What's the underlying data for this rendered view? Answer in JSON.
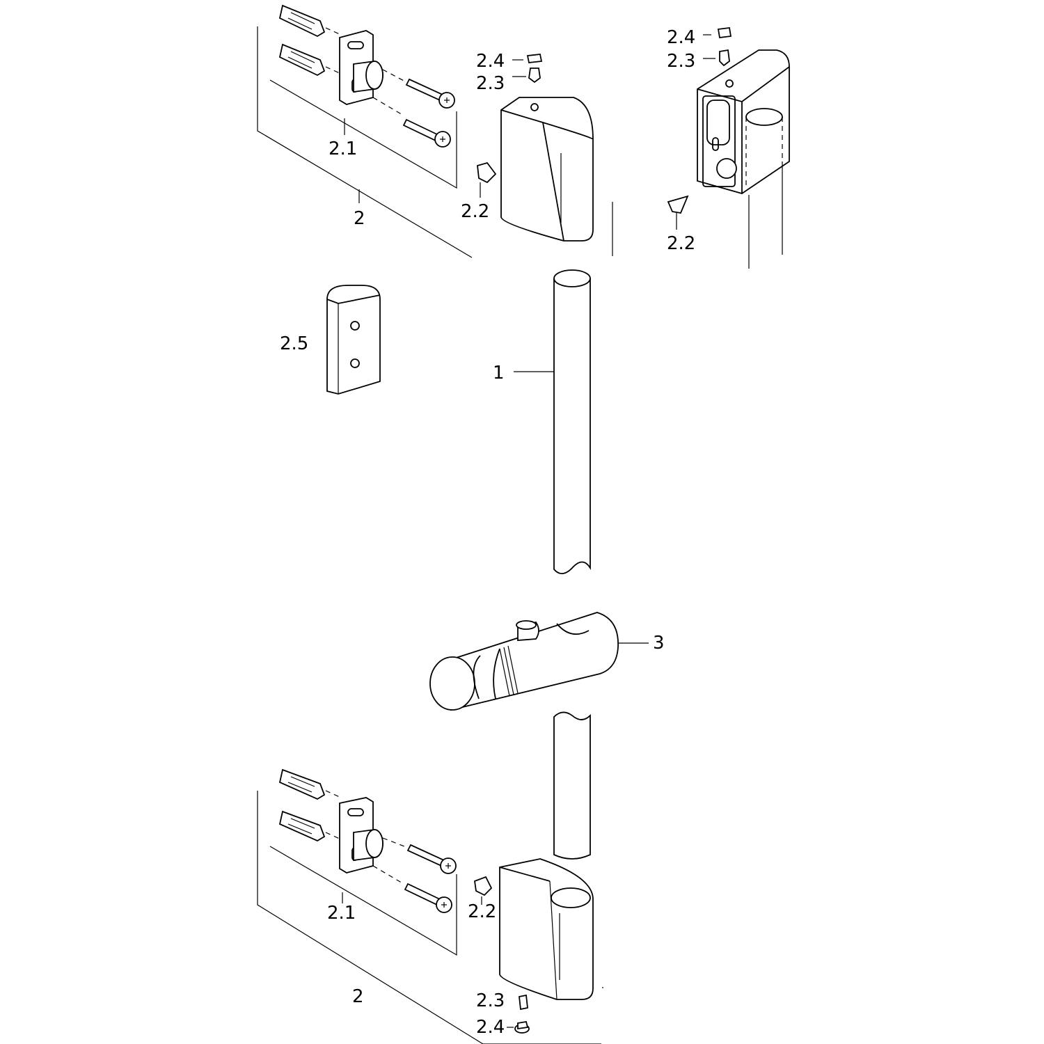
{
  "callouts": {
    "top_2_4": "2.4",
    "top_2_3": "2.3",
    "top_2_1": "2.1",
    "top_2_2": "2.2",
    "top_2": "2",
    "right_2_4": "2.4",
    "right_2_3": "2.3",
    "right_2_2": "2.2",
    "plate_2_5": "2.5",
    "rail_1": "1",
    "slider_3": "3",
    "bot_2_1": "2.1",
    "bot_2_2": "2.2",
    "bot_2": "2",
    "bot_2_3": "2.3",
    "bot_2_4": "2.4"
  }
}
